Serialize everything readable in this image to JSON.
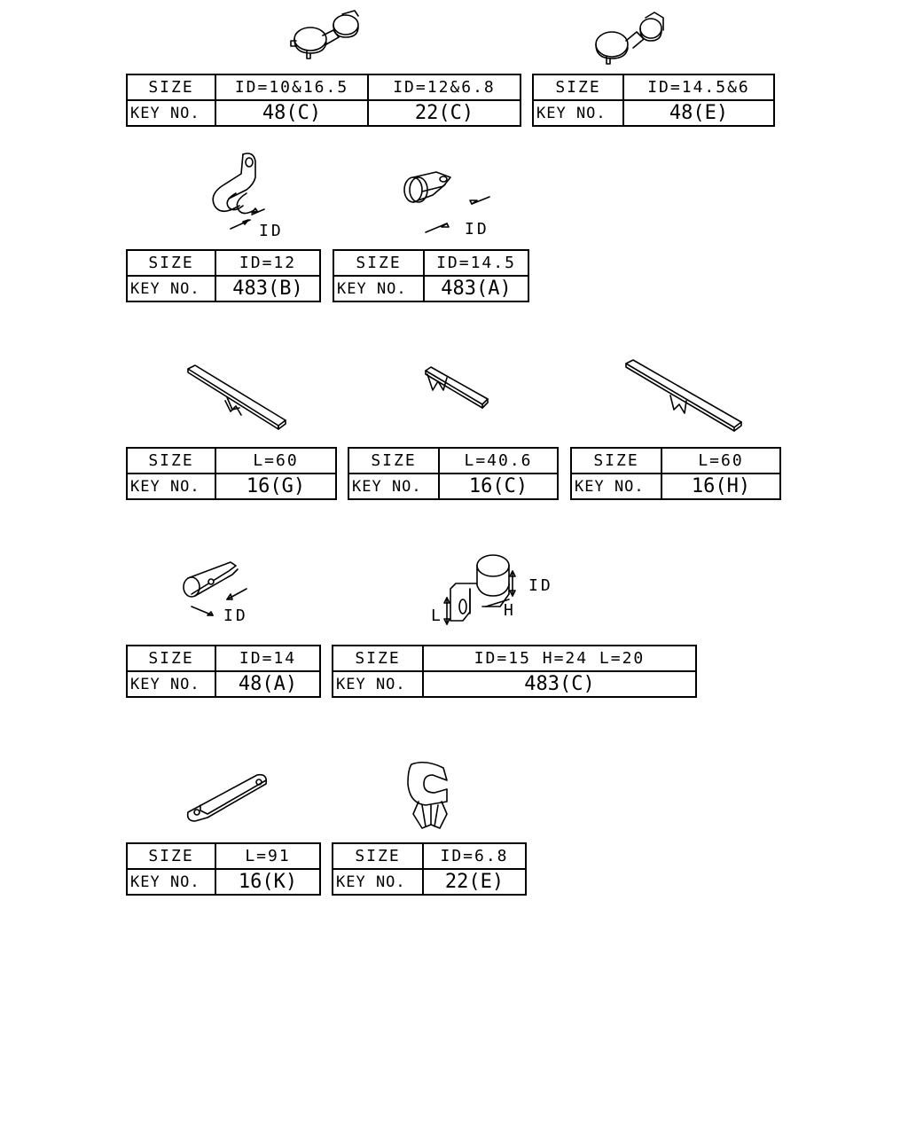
{
  "labels": {
    "size": "SIZE",
    "key": "KEY NO."
  },
  "parts": [
    {
      "id": "p1",
      "size": "ID=10&16.5",
      "key": "48(C)"
    },
    {
      "id": "p2",
      "size": "ID=12&6.8",
      "key": "22(C)"
    },
    {
      "id": "p3",
      "size": "ID=14.5&6",
      "key": "48(E)"
    },
    {
      "id": "p4",
      "size": "ID=12",
      "key": "483(B)",
      "dim": "ID"
    },
    {
      "id": "p5",
      "size": "ID=14.5",
      "key": "483(A)",
      "dim": "ID"
    },
    {
      "id": "p6",
      "size": "L=60",
      "key": "16(G)"
    },
    {
      "id": "p7",
      "size": "L=40.6",
      "key": "16(C)"
    },
    {
      "id": "p8",
      "size": "L=60",
      "key": "16(H)"
    },
    {
      "id": "p9",
      "size": "ID=14",
      "key": "48(A)",
      "dim": "ID"
    },
    {
      "id": "p10",
      "size": "ID=15 H=24 L=20",
      "key": "483(C)",
      "dims": [
        "ID",
        "H",
        "L"
      ]
    },
    {
      "id": "p11",
      "size": "L=91",
      "key": "16(K)"
    },
    {
      "id": "p12",
      "size": "ID=6.8",
      "key": "22(E)"
    }
  ]
}
